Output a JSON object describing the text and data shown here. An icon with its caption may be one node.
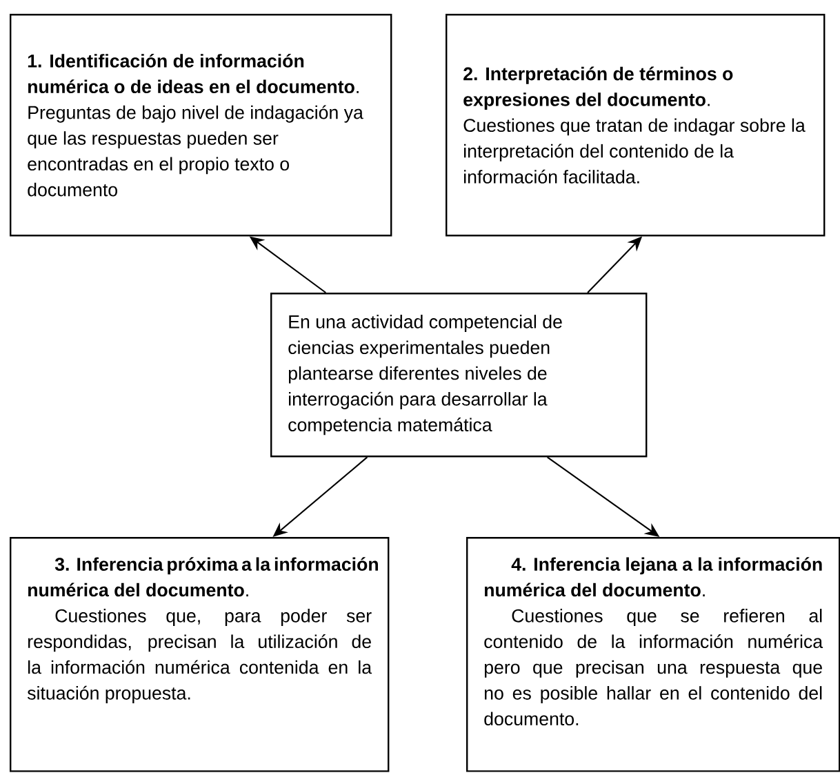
{
  "diagram": {
    "nodes": [
      {
        "text": [
          "**1. Identificación de información numérica o de ideas en el documento**. Preguntas de bajo nivel de indagación ya que las respuestas pueden ser encontradas en el propio texto o documento"
        ]
      },
      {
        "text": [
          "**2. Interpretación de términos o expresiones del documento**. Cuestiones que tratan de indagar sobre la interpretación del contenido de la información facilitada."
        ]
      },
      {
        "text": [
          "En una actividad competencial de ciencias experimentales pueden plantearse diferentes niveles de interrogación para desarrollar la competencia matemática"
        ]
      },
      {
        "text": [
          "**3. Inferencia próxima a la información numérica del documento**.",
          "Cuestiones que, para poder ser respondidas, precisan la utilización de la información numérica contenida en la situación propuesta."
        ]
      },
      {
        "text": [
          "**4. Inferencia lejana a la información numérica del documento**.",
          "Cuestiones que se refieren al contenido de la información numérica pero que precisan una respuesta que no es posible hallar en el contenido del documento."
        ]
      }
    ],
    "edges": [
      {
        "from": 2,
        "to": 0,
        "arrow": "to"
      },
      {
        "from": 2,
        "to": 1,
        "arrow": "to"
      },
      {
        "from": 2,
        "to": 3,
        "arrow": "to"
      },
      {
        "from": 2,
        "to": 4,
        "arrow": "to"
      }
    ]
  }
}
